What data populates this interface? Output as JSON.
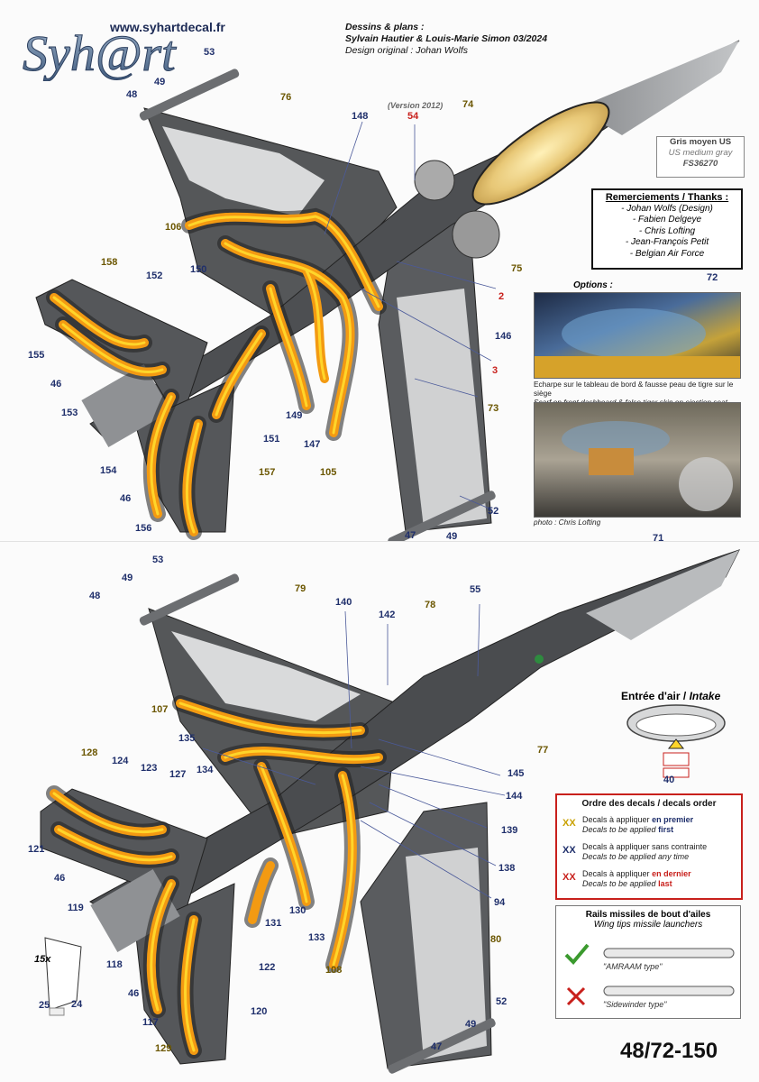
{
  "header": {
    "url": "www.syhartdecal.fr",
    "logo_text": "Syh@rt",
    "credits_line1": "Dessins & plans :",
    "credits_line2": "Sylvain Hautier & Louis-Marie Simon 03/2024",
    "credits_line3": "Design original : Johan Wolfs"
  },
  "version_note": "(Version 2012)",
  "paint_note": {
    "line1": "Gris moyen US",
    "line2": "US medium gray",
    "line3": "FS36270"
  },
  "thanks": {
    "title": "Remerciements / Thanks :",
    "names": [
      "- Johan Wolfs (Design)",
      "- Fabien Delgeye",
      "- Chris Lofting",
      "- Jean-François Petit",
      "- Belgian Air Force"
    ]
  },
  "options": {
    "title": "Options :",
    "caption_fr": "Echarpe sur le tableau de bord & fausse peau de tigre sur le siège",
    "caption_en": "Scarf on front dashboard & false tiger skin on ejection seat",
    "photo_credit": "photo : Chris Lofting"
  },
  "intake": {
    "title_fr": "Entrée d'air /",
    "title_en": "Intake"
  },
  "decal_order": {
    "title": "Ordre des decals / decals order",
    "rows": [
      {
        "code": "XX",
        "color": "#c9a100",
        "fr": "Decals à appliquer",
        "fr_em": "en premier",
        "en": "Decals to be applied",
        "en_em": "first"
      },
      {
        "code": "XX",
        "color": "#1f2f6b",
        "fr": "Decals à appliquer sans contrainte",
        "fr_em": "",
        "en": "Decals to be applied any time",
        "en_em": ""
      },
      {
        "code": "XX",
        "color": "#c8201c",
        "fr": "Decals à appliquer",
        "fr_em": "en dernier",
        "en": "Decals to be applied",
        "en_em": "last"
      }
    ]
  },
  "rails": {
    "title_fr": "Rails missiles de bout d'ailes",
    "title_en": "Wing tips missile launchers",
    "type_ok": "\"AMRAAM type\"",
    "type_no": "\"Sidewinder type\""
  },
  "reference": "48/72-150",
  "multiplier": "15x",
  "colors": {
    "yellow_label": "#6b5600",
    "blue_label": "#1f2f6b",
    "red_label": "#c8201c",
    "tiger_orange": "#f39a12",
    "tiger_yellow": "#ffd52a",
    "airframe_gray": "#545659"
  },
  "callouts_top": {
    "c53": "53",
    "c48": "48",
    "c49": "49",
    "c76": "76",
    "c148": "148",
    "c54": "54",
    "c74": "74",
    "c106": "106",
    "c158": "158",
    "c152": "152",
    "c150": "150",
    "c2": "2",
    "c146": "146",
    "c3": "3",
    "c155": "155",
    "c46": "46",
    "c153": "153",
    "c149": "149",
    "c151": "151",
    "c73": "73",
    "c147": "147",
    "c157": "157",
    "c105": "105",
    "c154": "154",
    "c46b": "46",
    "c156": "156",
    "c52": "52",
    "c49b": "49",
    "c47": "47",
    "c75": "75",
    "c72": "72",
    "c71": "71"
  },
  "callouts_bottom": {
    "c53": "53",
    "c49": "49",
    "c48": "48",
    "c79": "79",
    "c140": "140",
    "c142": "142",
    "c78": "78",
    "c55": "55",
    "c107": "107",
    "c77": "77",
    "c135": "135",
    "c145": "145",
    "c128": "128",
    "c124": "124",
    "c123": "123",
    "c127": "127",
    "c134": "134",
    "c144": "144",
    "c139": "139",
    "c138": "138",
    "c121": "121",
    "c46": "46",
    "c119": "119",
    "c94": "94",
    "c130": "130",
    "c131": "131",
    "c118": "118",
    "c133": "133",
    "c80": "80",
    "c122": "122",
    "c46b": "46",
    "c108": "108",
    "c117": "117",
    "c120": "120",
    "c52": "52",
    "c25": "25",
    "c24": "24",
    "c49b": "49",
    "c129": "129",
    "c47": "47",
    "c40": "40"
  }
}
